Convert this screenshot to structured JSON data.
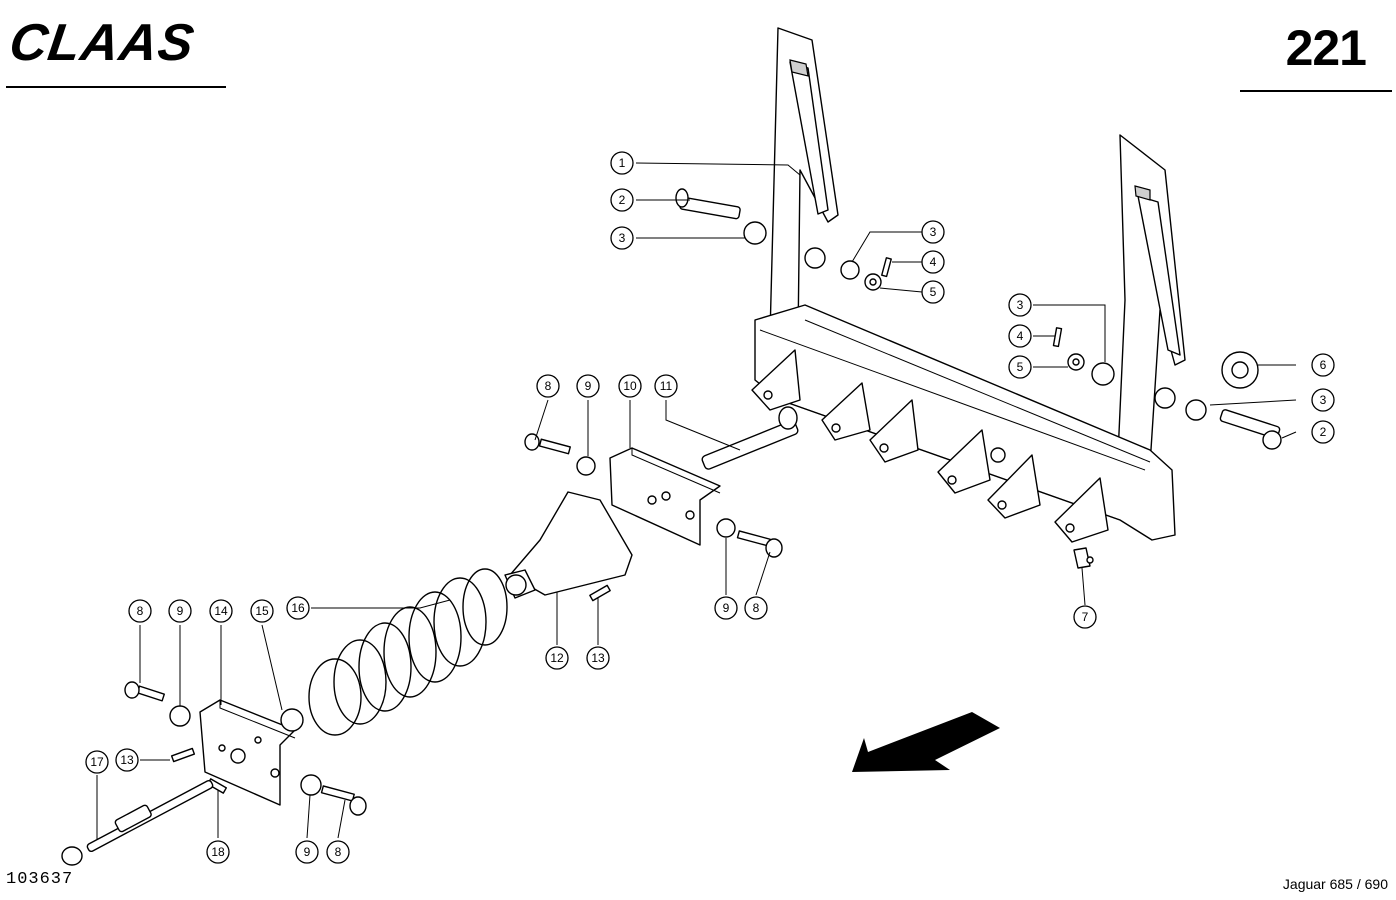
{
  "header": {
    "brand": "CLAAS",
    "page_number": "221"
  },
  "footer": {
    "document_id": "103637",
    "model": "Jaguar 685 / 690"
  },
  "callouts": [
    {
      "id": "c1",
      "label": "1"
    },
    {
      "id": "c2a",
      "label": "2"
    },
    {
      "id": "c3a",
      "label": "3"
    },
    {
      "id": "c3b",
      "label": "3"
    },
    {
      "id": "c4a",
      "label": "4"
    },
    {
      "id": "c5a",
      "label": "5"
    },
    {
      "id": "c3c",
      "label": "3"
    },
    {
      "id": "c4b",
      "label": "4"
    },
    {
      "id": "c5b",
      "label": "5"
    },
    {
      "id": "c6",
      "label": "6"
    },
    {
      "id": "c3d",
      "label": "3"
    },
    {
      "id": "c2b",
      "label": "2"
    },
    {
      "id": "c7",
      "label": "7"
    },
    {
      "id": "c8a",
      "label": "8"
    },
    {
      "id": "c9a",
      "label": "9"
    },
    {
      "id": "c10",
      "label": "10"
    },
    {
      "id": "c11",
      "label": "11"
    },
    {
      "id": "c9b",
      "label": "9"
    },
    {
      "id": "c8b",
      "label": "8"
    },
    {
      "id": "c12",
      "label": "12"
    },
    {
      "id": "c13a",
      "label": "13"
    },
    {
      "id": "c16",
      "label": "16"
    },
    {
      "id": "c15",
      "label": "15"
    },
    {
      "id": "c14",
      "label": "14"
    },
    {
      "id": "c9c",
      "label": "9"
    },
    {
      "id": "c8c",
      "label": "8"
    },
    {
      "id": "c13b",
      "label": "13"
    },
    {
      "id": "c17",
      "label": "17"
    },
    {
      "id": "c18",
      "label": "18"
    },
    {
      "id": "c9d",
      "label": "9"
    },
    {
      "id": "c8d",
      "label": "8"
    }
  ]
}
